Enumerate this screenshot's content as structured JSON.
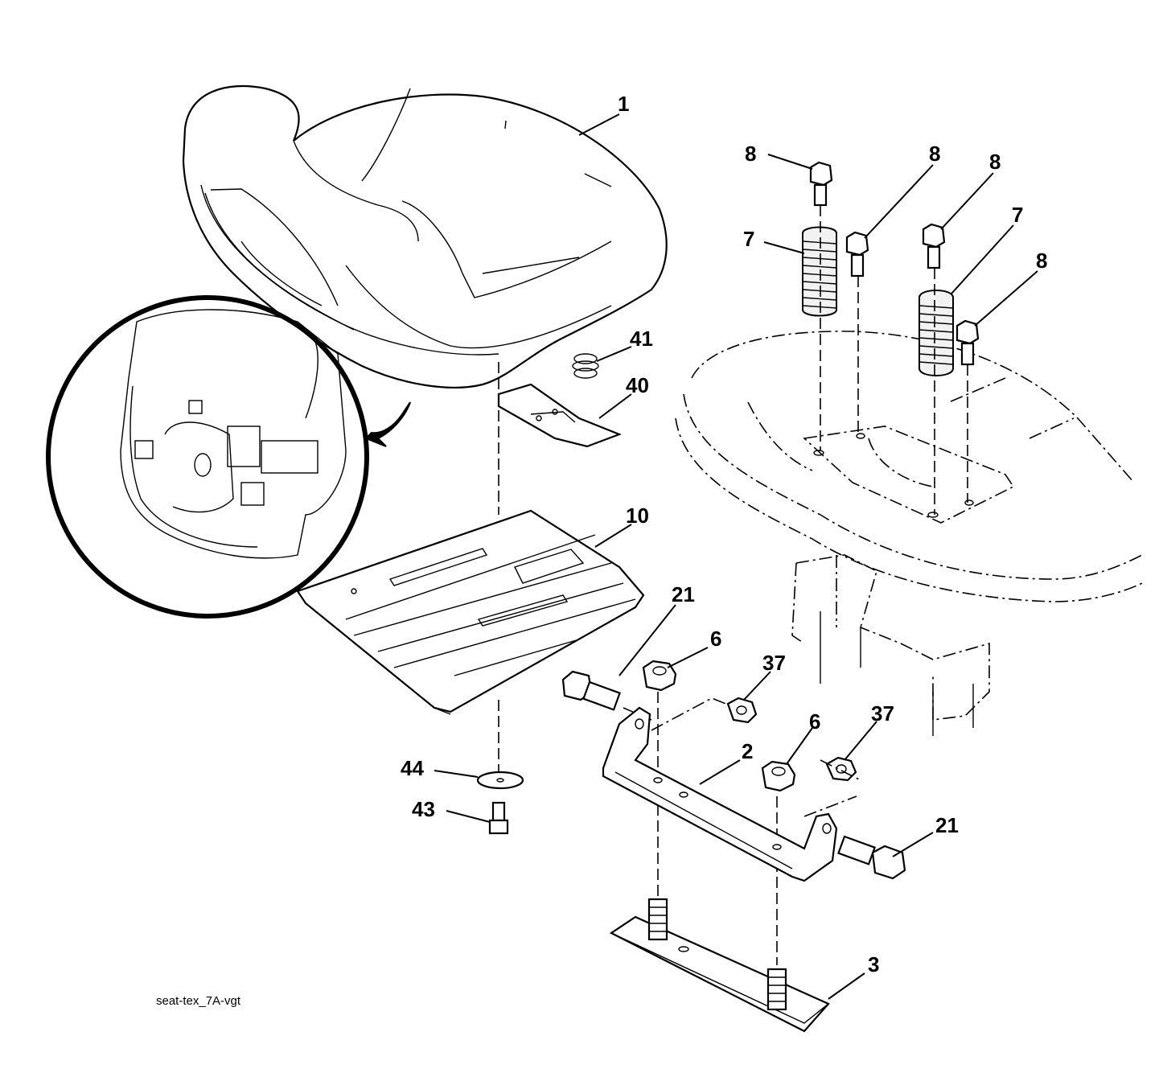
{
  "diagram": {
    "caption": "seat-tex_7A-vgt",
    "callouts": [
      {
        "id": "callout-1",
        "text": "1"
      },
      {
        "id": "callout-8a",
        "text": "8"
      },
      {
        "id": "callout-8b",
        "text": "8"
      },
      {
        "id": "callout-8c",
        "text": "8"
      },
      {
        "id": "callout-8d",
        "text": "8"
      },
      {
        "id": "callout-7a",
        "text": "7"
      },
      {
        "id": "callout-7b",
        "text": "7"
      },
      {
        "id": "callout-41",
        "text": "41"
      },
      {
        "id": "callout-40",
        "text": "40"
      },
      {
        "id": "callout-10",
        "text": "10"
      },
      {
        "id": "callout-21a",
        "text": "21"
      },
      {
        "id": "callout-6a",
        "text": "6"
      },
      {
        "id": "callout-37a",
        "text": "37"
      },
      {
        "id": "callout-6b",
        "text": "6"
      },
      {
        "id": "callout-37b",
        "text": "37"
      },
      {
        "id": "callout-2",
        "text": "2"
      },
      {
        "id": "callout-21b",
        "text": "21"
      },
      {
        "id": "callout-44",
        "text": "44"
      },
      {
        "id": "callout-43",
        "text": "43"
      },
      {
        "id": "callout-3",
        "text": "3"
      }
    ]
  }
}
